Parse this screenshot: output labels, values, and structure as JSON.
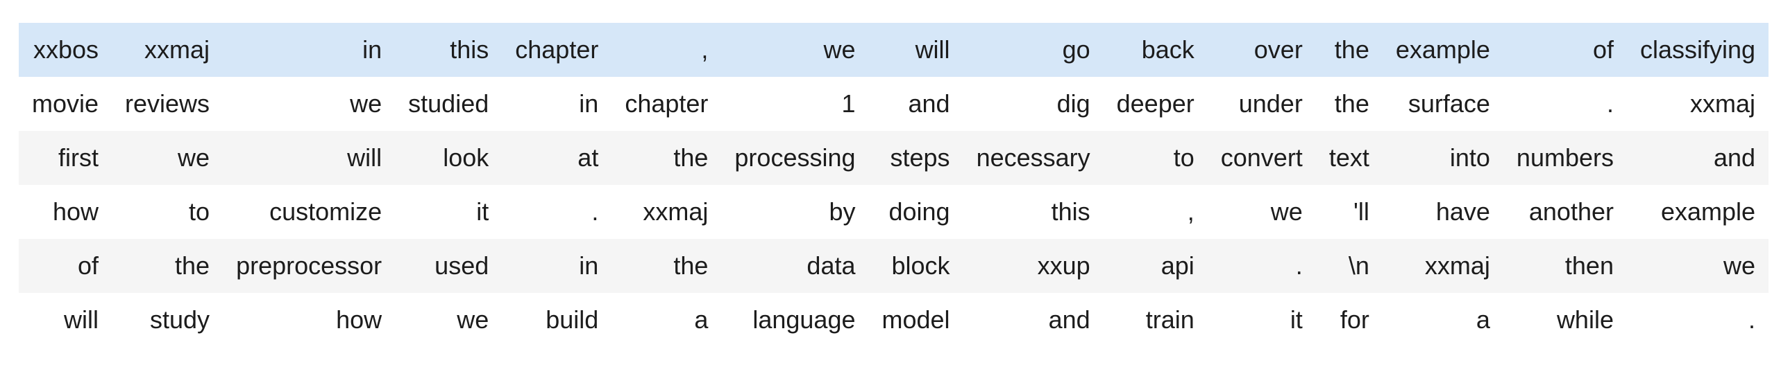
{
  "window": {
    "background": "#ffffff"
  },
  "colors": {
    "row_highlight": "#d6e7f8",
    "row_stripe": "#f5f5f5",
    "row_plain": "#ffffff",
    "text": "#1c1c1c"
  },
  "table": {
    "kind": "dataframe-token-grid",
    "columns": 15,
    "row_count": 6,
    "row_styles": [
      "highlight",
      "plain",
      "stripe",
      "plain",
      "stripe",
      "plain"
    ],
    "rows": [
      [
        "xxbos",
        "xxmaj",
        "in",
        "this",
        "chapter",
        ",",
        "we",
        "will",
        "go",
        "back",
        "over",
        "the",
        "example",
        "of",
        "classifying"
      ],
      [
        "movie",
        "reviews",
        "we",
        "studied",
        "in",
        "chapter",
        "1",
        "and",
        "dig",
        "deeper",
        "under",
        "the",
        "surface",
        ".",
        "xxmaj"
      ],
      [
        "first",
        "we",
        "will",
        "look",
        "at",
        "the",
        "processing",
        "steps",
        "necessary",
        "to",
        "convert",
        "text",
        "into",
        "numbers",
        "and"
      ],
      [
        "how",
        "to",
        "customize",
        "it",
        ".",
        "xxmaj",
        "by",
        "doing",
        "this",
        ",",
        "we",
        "'ll",
        "have",
        "another",
        "example"
      ],
      [
        "of",
        "the",
        "preprocessor",
        "used",
        "in",
        "the",
        "data",
        "block",
        "xxup",
        "api",
        ".",
        "\\n",
        "xxmaj",
        "then",
        "we"
      ],
      [
        "will",
        "study",
        "how",
        "we",
        "build",
        "a",
        "language",
        "model",
        "and",
        "train",
        "it",
        "for",
        "a",
        "while",
        "."
      ]
    ]
  }
}
